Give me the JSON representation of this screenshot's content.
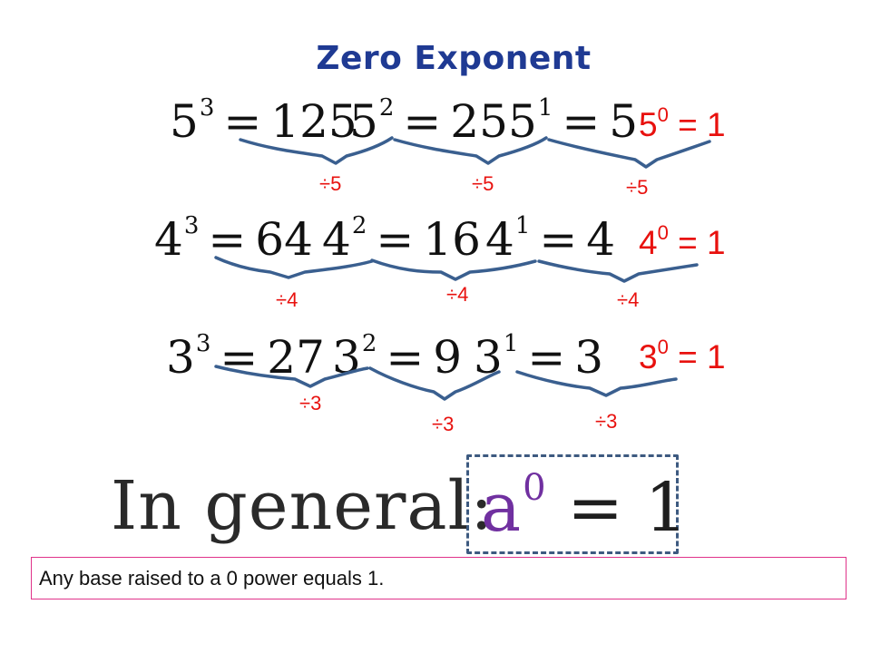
{
  "title": "Zero Exponent",
  "rows": [
    {
      "equations": [
        {
          "base": "5",
          "exp": "3",
          "value": "125"
        },
        {
          "base": "5",
          "exp": "2",
          "value": "25"
        },
        {
          "base": "5",
          "exp": "1",
          "value": "5"
        }
      ],
      "result": {
        "base": "5",
        "exp": "0",
        "value": "1"
      },
      "divisions": [
        "÷5",
        "÷5",
        "÷5"
      ]
    },
    {
      "equations": [
        {
          "base": "4",
          "exp": "3",
          "value": "64"
        },
        {
          "base": "4",
          "exp": "2",
          "value": "16"
        },
        {
          "base": "4",
          "exp": "1",
          "value": "4"
        }
      ],
      "result": {
        "base": "4",
        "exp": "0",
        "value": "1"
      },
      "divisions": [
        "÷4",
        "÷4",
        "÷4"
      ]
    },
    {
      "equations": [
        {
          "base": "3",
          "exp": "3",
          "value": "27"
        },
        {
          "base": "3",
          "exp": "2",
          "value": "9"
        },
        {
          "base": "3",
          "exp": "1",
          "value": "3"
        }
      ],
      "result": {
        "base": "3",
        "exp": "0",
        "value": "1"
      },
      "divisions": [
        "÷3",
        "÷3",
        "÷3"
      ]
    }
  ],
  "equals_sign": "=",
  "general": {
    "label": "In general:",
    "base": "a",
    "exp": "0",
    "value": "1"
  },
  "caption": "Any base raised to a 0 power equals 1.",
  "colors": {
    "title": "#1f3a93",
    "result": "#e8110e",
    "brace": "#3a5f8f",
    "formula_base": "#7030a0",
    "caption_border": "#e0338a"
  }
}
